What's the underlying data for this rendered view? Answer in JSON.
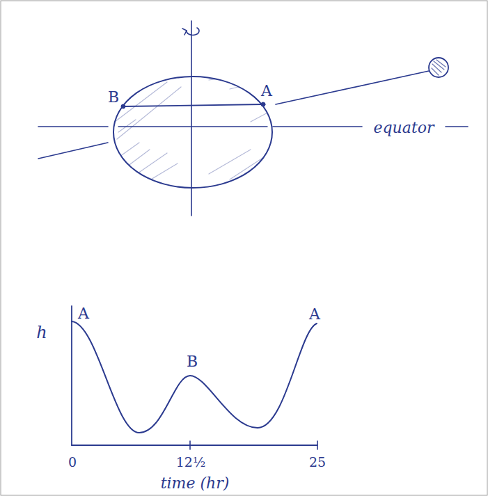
{
  "diagram": {
    "labels": [
      "B",
      "A",
      "equator",
      "h",
      "A",
      "B",
      "A",
      "0",
      "12½",
      "25",
      "time (hr)"
    ]
  }
}
